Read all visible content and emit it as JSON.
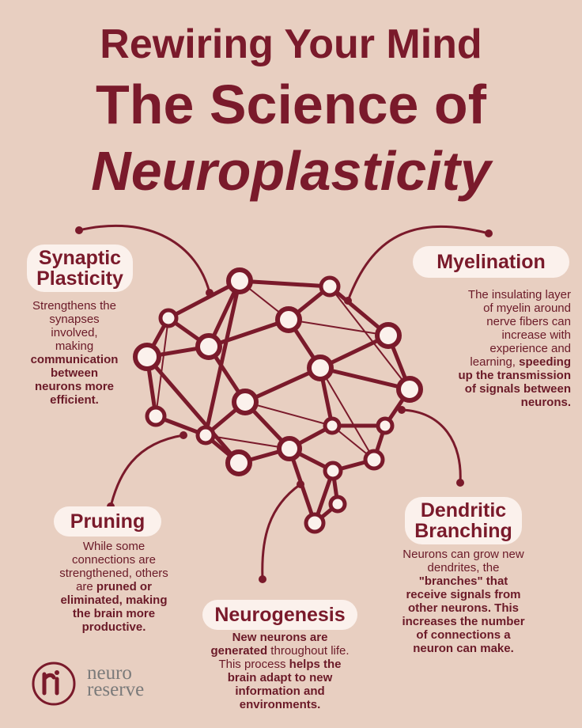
{
  "title": {
    "line1": "Rewiring Your Mind",
    "line2": "The Science of",
    "line3": "Neuroplasticity"
  },
  "sections": {
    "synaptic": {
      "heading_line1": "Synaptic",
      "heading_line2": "Plasticity",
      "p1": "Strengthens the",
      "p2": "synapses",
      "p3": "involved,",
      "p4": "making",
      "p5": "communication",
      "p6": "between",
      "p7": "neurons more",
      "p8": "efficient."
    },
    "myelination": {
      "heading": "Myelination",
      "p1": "The insulating layer",
      "p2": "of myelin around",
      "p3": "nerve fibers can",
      "p4": "increase with",
      "p5": "experience and",
      "p6a": "learning, ",
      "p6b": "speeding",
      "p7": "up the transmission",
      "p8": "of signals between",
      "p9": "neurons."
    },
    "pruning": {
      "heading": "Pruning",
      "p1": "While some",
      "p2": "connections are",
      "p3": "strengthened, others",
      "p4a": "are ",
      "p4b": "pruned or",
      "p5": "eliminated, making",
      "p6": "the brain more",
      "p7": "productive."
    },
    "dendritic": {
      "heading_line1": "Dendritic",
      "heading_line2": "Branching",
      "p1": "Neurons can grow new",
      "p2": "dendrites, the",
      "p3": "\"branches\" that",
      "p4": "receive signals from",
      "p5": "other neurons. This",
      "p6": "increases the number",
      "p7": "of connections a",
      "p8": "neuron can make."
    },
    "neurogenesis": {
      "heading": "Neurogenesis",
      "p1": "New neurons are",
      "p2a": "generated",
      "p2b": " throughout life.",
      "p3a": "This process ",
      "p3b": "helps the",
      "p4": "brain adapt to new",
      "p5": "information and",
      "p6": "environments."
    }
  },
  "logo": {
    "line1": "neuro",
    "line2": "reserve"
  },
  "colors": {
    "background": "#e8cfc1",
    "accent": "#7a1a2b",
    "pill": "#fbf1ec"
  }
}
